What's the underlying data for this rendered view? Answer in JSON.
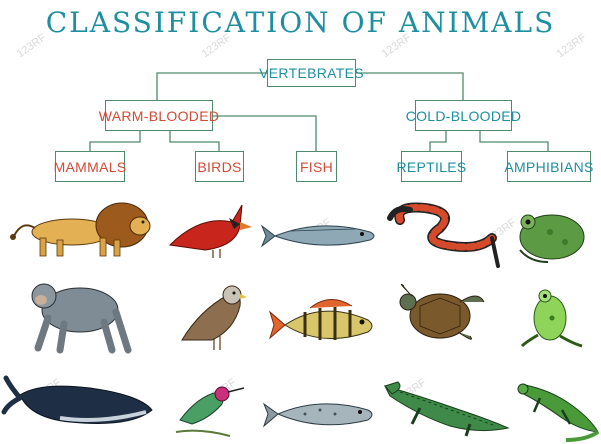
{
  "title": "CLASSIFICATION OF ANIMALS",
  "nodes": {
    "vertebrates": "VERTEBRATES",
    "warm_blooded": "WARM-BLOODED",
    "cold_blooded": "COLD-BLOODED",
    "mammals": "MAMMALS",
    "birds": "BIRDS",
    "fish": "FISH",
    "reptiles": "REPTILES",
    "amphibians": "AMPHIBIANS"
  },
  "colors": {
    "title": "#1e8fa0",
    "teal_label": "#1e8fa0",
    "red_label": "#d14b36",
    "border": "#4f8a6e",
    "line": "#4f8a6e"
  },
  "watermark": "123RF",
  "animals": {
    "mammals": [
      "lion-icon",
      "chimpanzee-icon",
      "whale-icon"
    ],
    "birds": [
      "cardinal-icon",
      "sparrow-icon",
      "hummingbird-icon"
    ],
    "fish": [
      "mackerel-icon",
      "perch-icon",
      "cod-icon"
    ],
    "reptiles": [
      "snake-icon",
      "sea-turtle-icon",
      "crocodile-icon"
    ],
    "amphibians": [
      "toad-icon",
      "frog-icon",
      "salamander-icon"
    ]
  }
}
